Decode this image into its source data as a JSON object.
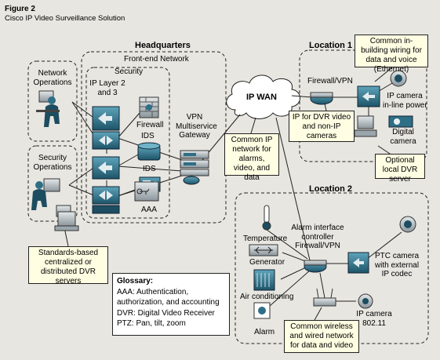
{
  "figure": {
    "label": "Figure 2",
    "title": "Cisco IP Video Surveillance Solution"
  },
  "headquarters": {
    "title": "Headquarters",
    "frontend": "Front-end Network",
    "security_group": "Security",
    "ip_layer": [
      "IP Layer 2",
      "and 3"
    ],
    "firewall": "Firewall",
    "ids_top": "IDS",
    "ids_bottom": "IDS",
    "aaa": "AAA",
    "vpn_gateway": [
      "VPN",
      "Multiservice",
      "Gateway"
    ]
  },
  "left": {
    "network_operations": [
      "Network",
      "Operations"
    ],
    "security_operations": [
      "Security",
      "Operations"
    ],
    "dvr_note": "Standards-based centralized or distributed DVR servers"
  },
  "wan": {
    "label": "IP WAN",
    "note": "Common IP network for alarms, video, and data"
  },
  "location1": {
    "title": "Location 1",
    "firewall_vpn": "Firewall/VPN",
    "ip_dvr_note": "IP for DVR video and non-IP cameras",
    "inbuilding_note": "Common in-building wiring for data and voice (Ethernet)",
    "ip_camera": [
      "IP camera",
      "in-line power"
    ],
    "digital_camera": [
      "Digital",
      "camera"
    ],
    "local_dvr_note": "Optional local DVR server"
  },
  "location2": {
    "title": "Location 2",
    "temperature": "Temperature",
    "generator": "Generator",
    "air_conditioning": "Air conditioning",
    "alarm": "Alarm",
    "alarm_controller": [
      "Alarm interface",
      "controller",
      "Firewall/VPN"
    ],
    "ptc_camera": [
      "PTC camera",
      "with external",
      "IP codec"
    ],
    "ip_camera_80211": [
      "IP camera",
      "802.11"
    ],
    "wireless_note": "Common wireless and wired network for data and video"
  },
  "glossary": {
    "title": "Glossary:",
    "lines": [
      "AAA: Authentication,",
      "authorization, and accounting",
      "DVR: Digital Video Receiver",
      "PTZ: Pan, tilt, zoom"
    ]
  },
  "colors": {
    "device_teal": "#2e6f86",
    "device_dark": "#1d4d60",
    "note_fill": "#fffde2",
    "background": "#e8e6e0"
  }
}
